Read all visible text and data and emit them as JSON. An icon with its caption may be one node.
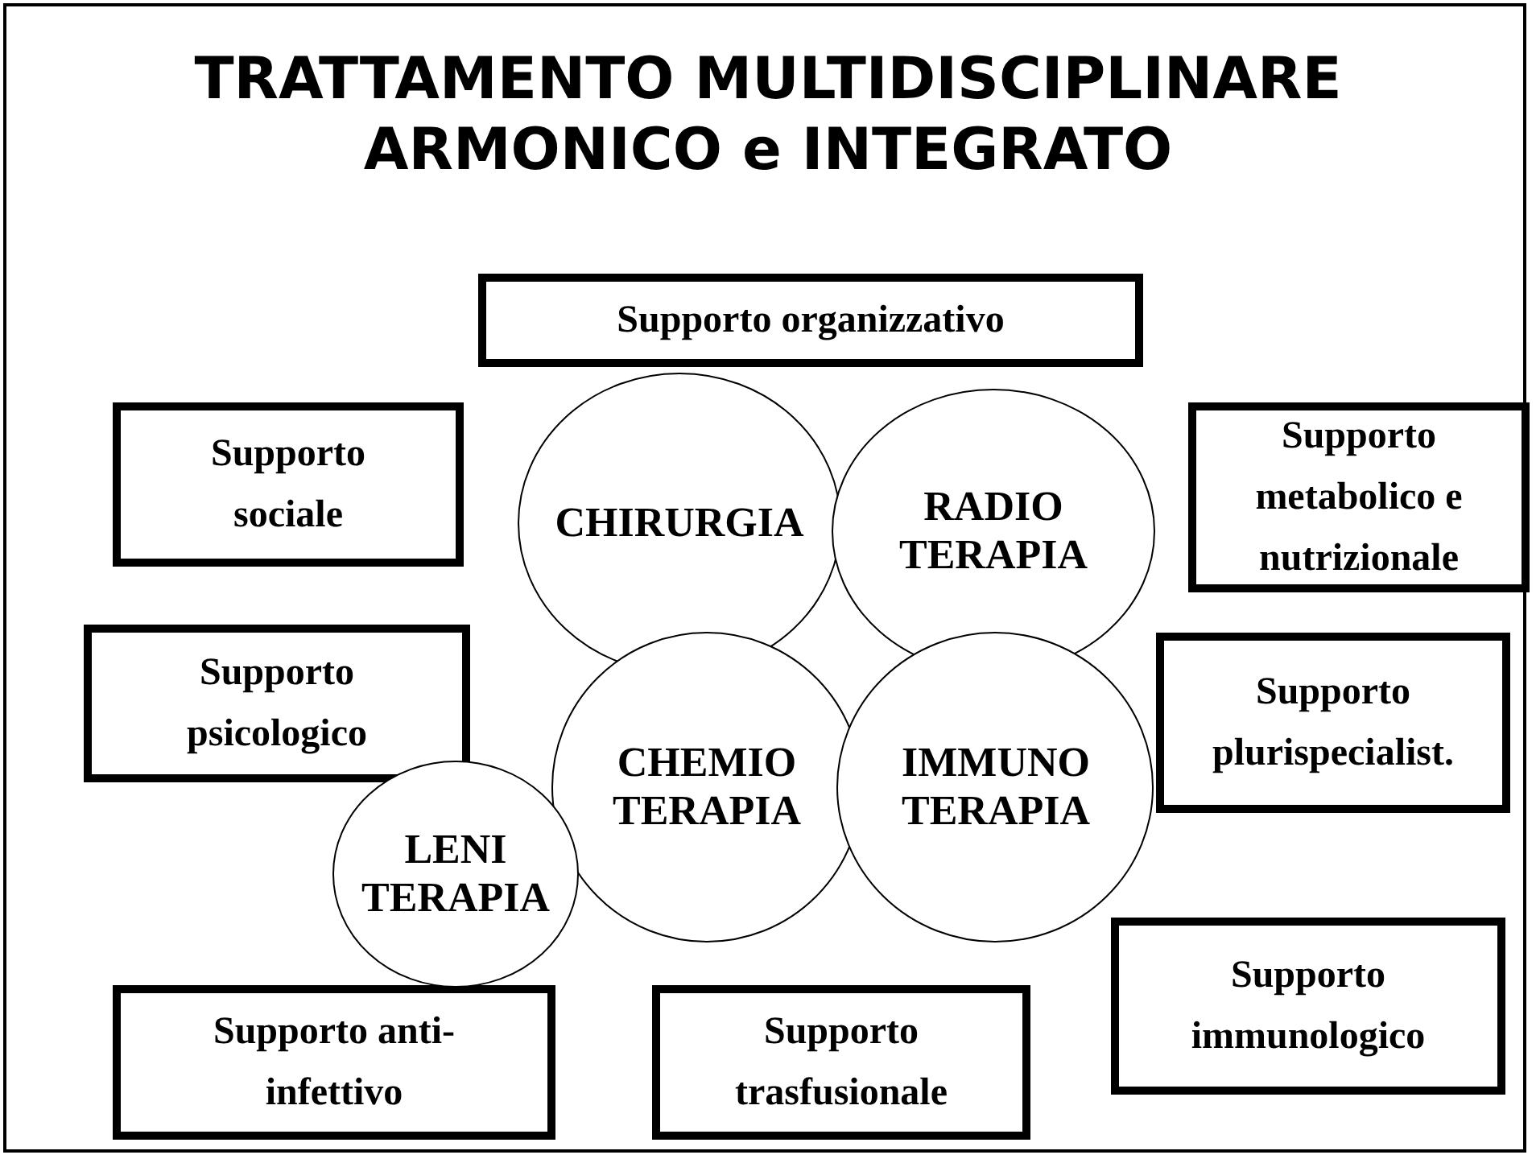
{
  "diagram": {
    "title": "TRATTAMENTO MULTIDISCIPLINARE ARMONICO e INTEGRATO",
    "nodes": [
      {
        "text": [
          "Supporto organizzativo"
        ]
      },
      {
        "text": [
          "Supporto sociale"
        ]
      },
      {
        "text": [
          "CHIRURGIA"
        ]
      },
      {
        "text": [
          "RADIO TERAPIA"
        ]
      },
      {
        "text": [
          "Supporto metabolico e nutrizionale"
        ]
      },
      {
        "text": [
          "Supporto psicologico"
        ]
      },
      {
        "text": [
          "CHEMIO TERAPIA"
        ]
      },
      {
        "text": [
          "IMMUNO TERAPIA"
        ]
      },
      {
        "text": [
          "Supporto plurispecialist."
        ]
      },
      {
        "text": [
          "LENI TERAPIA"
        ]
      },
      {
        "text": [
          "Supporto immunologico"
        ]
      },
      {
        "text": [
          "Supporto anti-infettivo"
        ]
      },
      {
        "text": [
          "Supporto trasfusionale"
        ]
      }
    ]
  }
}
